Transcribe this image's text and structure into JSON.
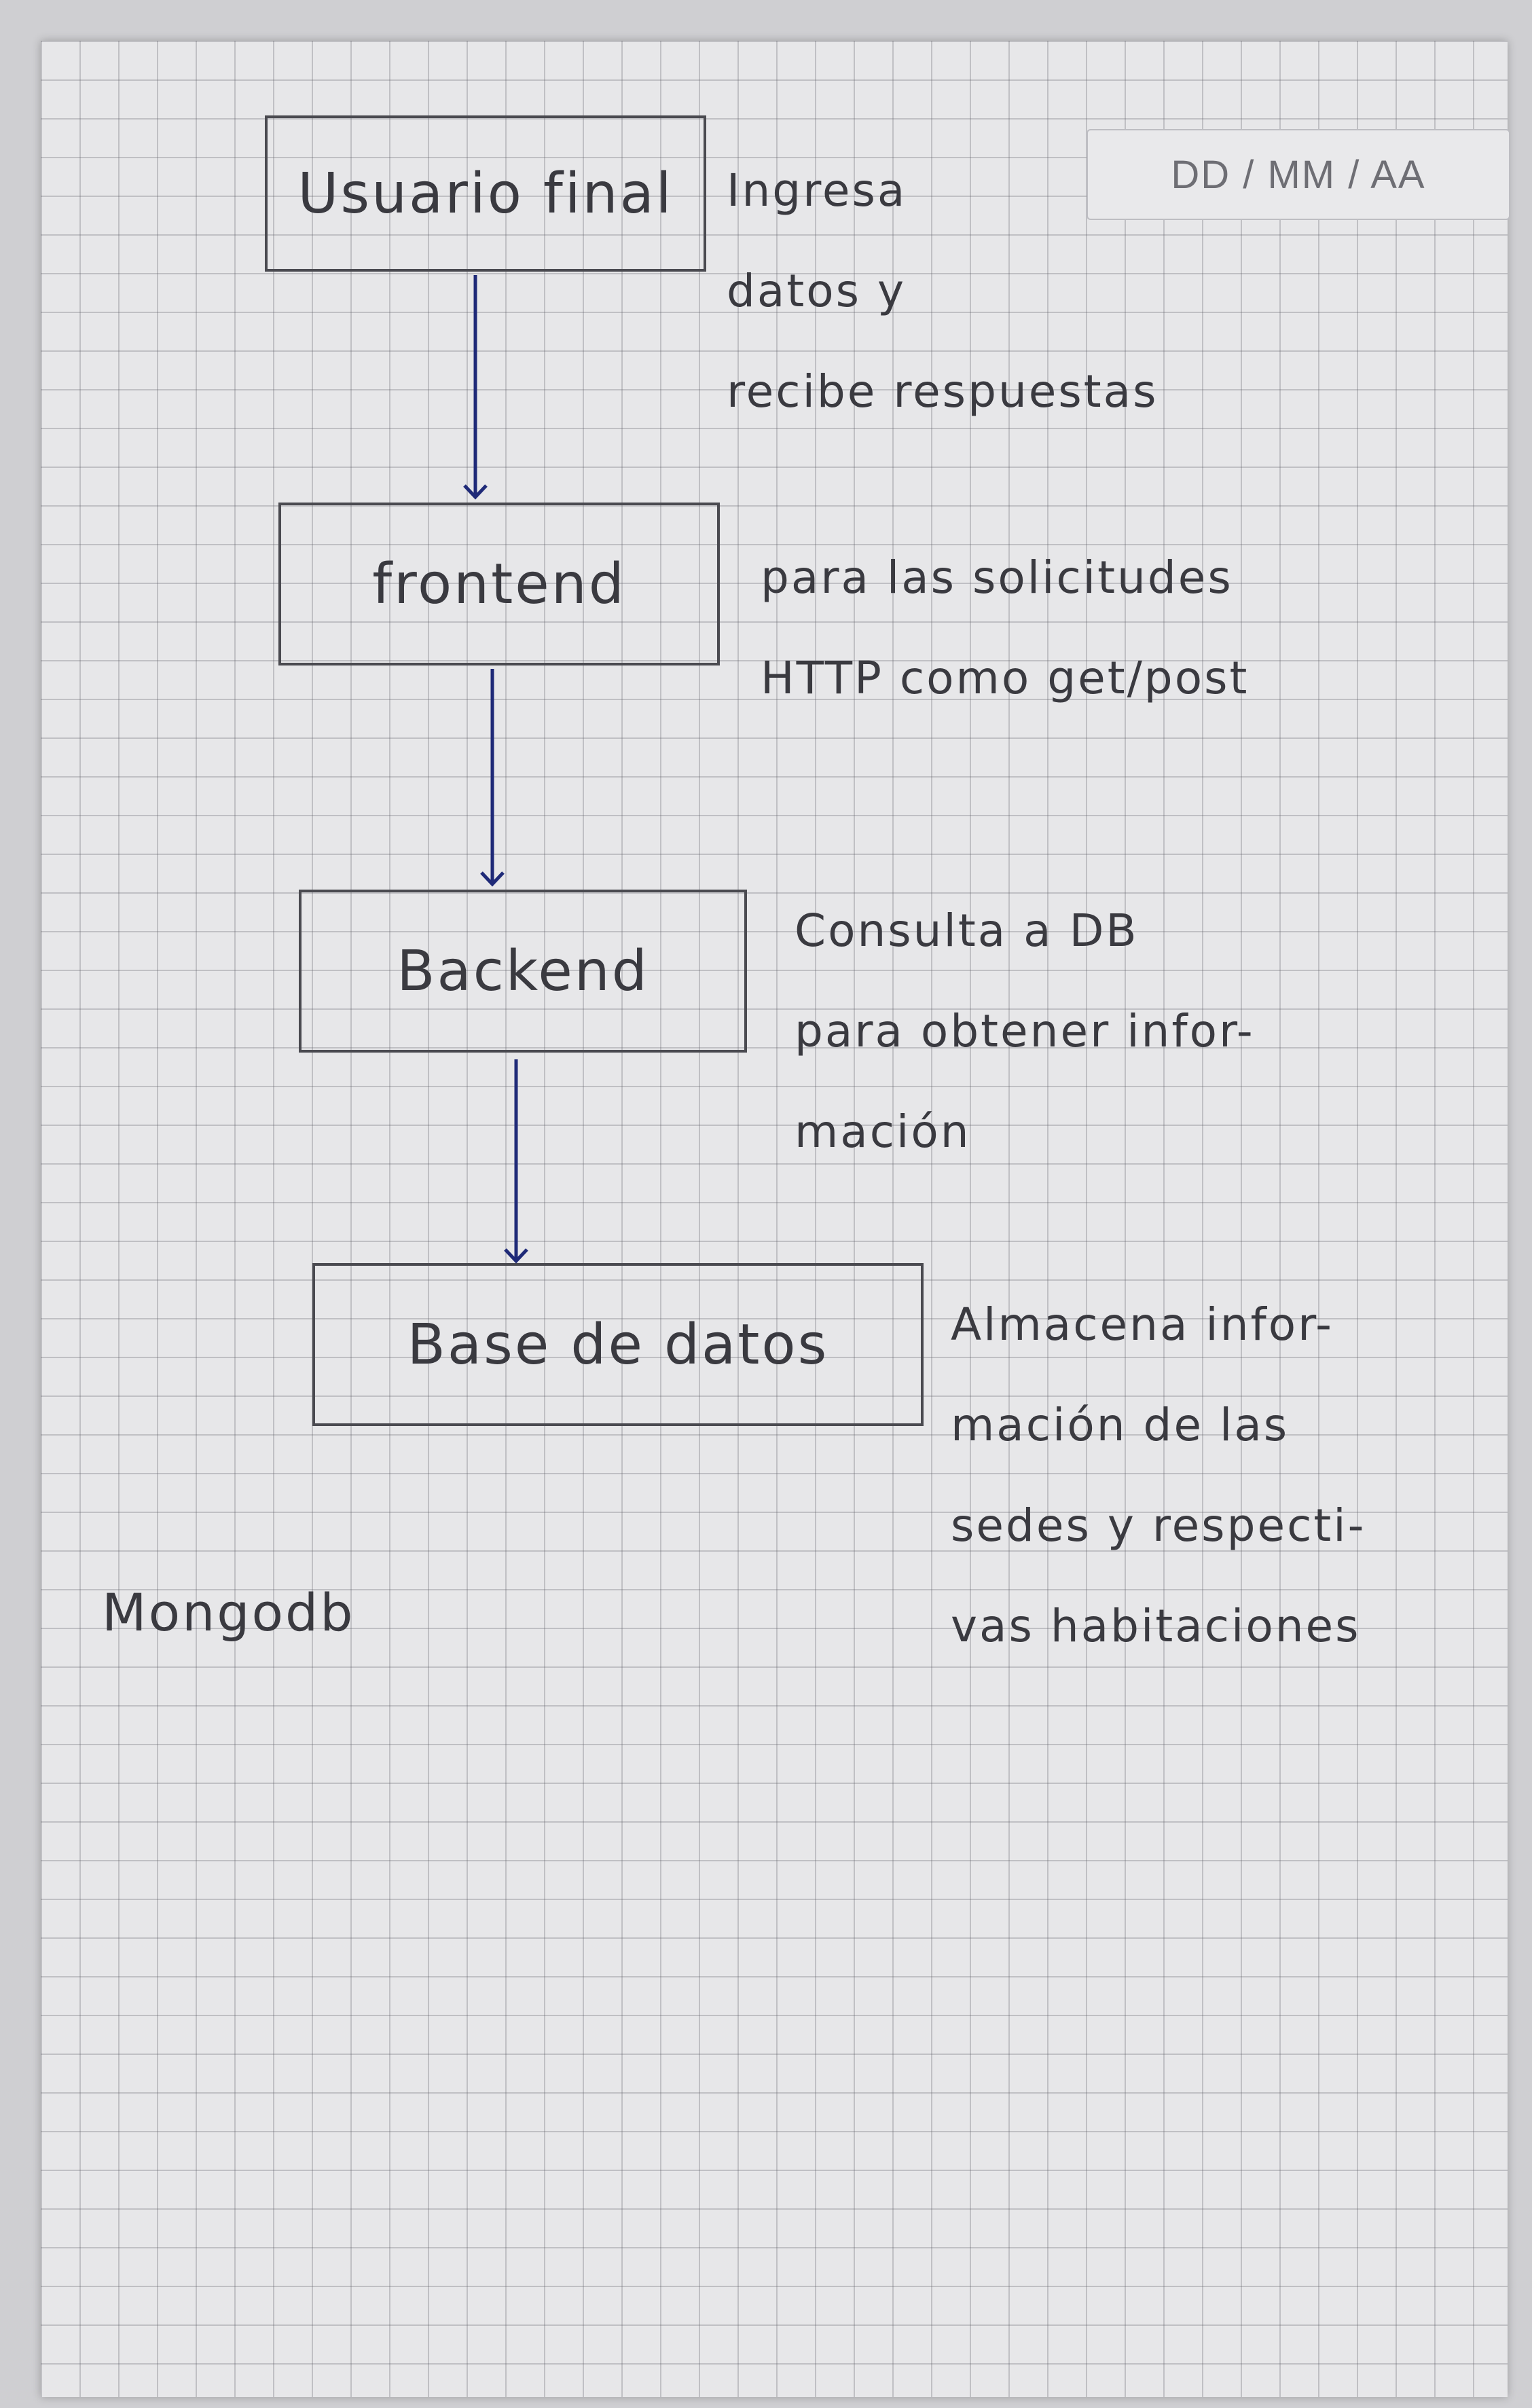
{
  "header": {
    "date_placeholder": "DD / MM / AA"
  },
  "diagram": {
    "nodes": [
      {
        "id": "usuario",
        "label": "Usuario final"
      },
      {
        "id": "frontend",
        "label": "frontend"
      },
      {
        "id": "backend",
        "label": "Backend"
      },
      {
        "id": "db",
        "label": "Base de datos"
      }
    ],
    "edges": [
      {
        "from": "usuario",
        "to": "frontend"
      },
      {
        "from": "frontend",
        "to": "backend"
      },
      {
        "from": "backend",
        "to": "db"
      }
    ],
    "notes": [
      {
        "for": "usuario",
        "lines": [
          "Ingresa",
          "datos y",
          "recibe respuestas"
        ]
      },
      {
        "for": "frontend",
        "lines": [
          "para las solicitudes",
          "HTTP como get/post"
        ]
      },
      {
        "for": "backend",
        "lines": [
          "Consulta a DB",
          "para obtener infor-",
          "mación"
        ]
      },
      {
        "for": "db",
        "lines": [
          "Almacena infor-",
          "mación de las",
          "sedes y respecti-",
          "vas habitaciones"
        ]
      }
    ]
  },
  "footnote": "Mongodb",
  "colors": {
    "arrow": "#1f2a78",
    "pencil": "#3a3a40",
    "paper": "#e7e7e9"
  }
}
